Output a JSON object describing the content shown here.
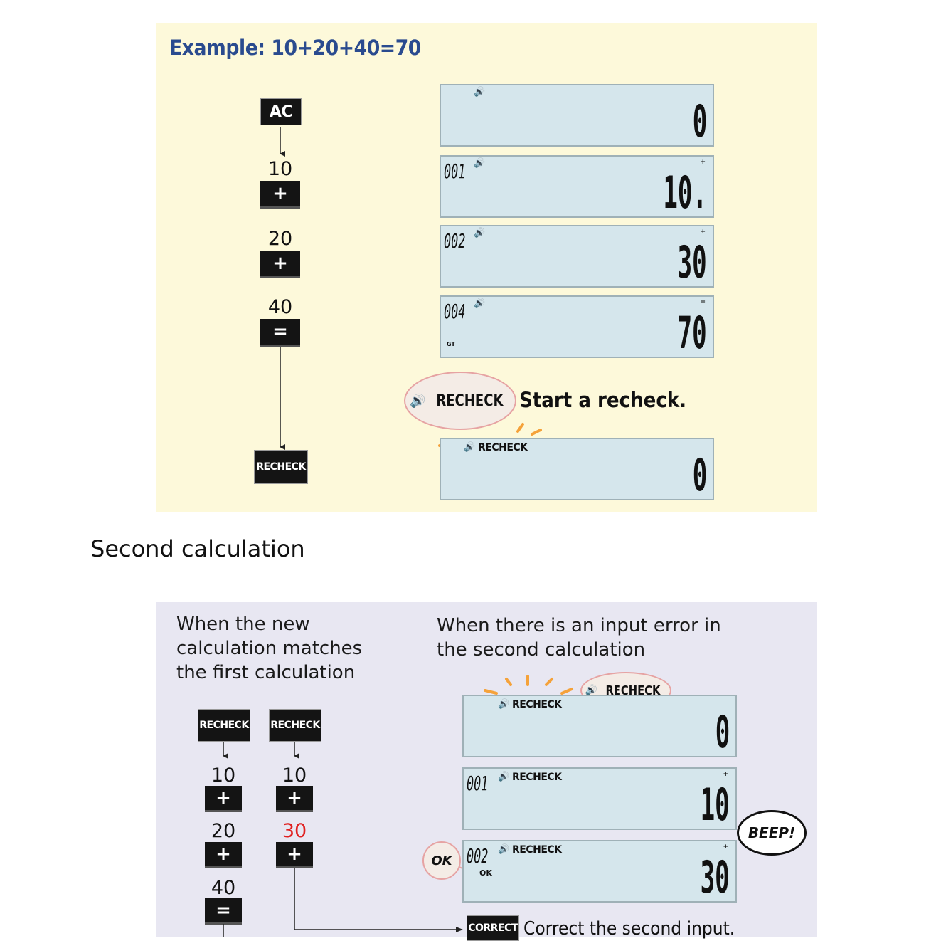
{
  "panel1": {
    "title": "Example: 10+20+40=70",
    "keys": {
      "ac": "AC",
      "plus": "+",
      "equals": "=",
      "recheck": "RECHECK"
    },
    "numbers": [
      "10",
      "20",
      "40"
    ],
    "displays": [
      {
        "count": "",
        "value": "0",
        "indicator": ""
      },
      {
        "count": "001",
        "value": "10.",
        "indicator": "+"
      },
      {
        "count": "002",
        "value": "30",
        "indicator": "+"
      },
      {
        "count": "004",
        "value": "70",
        "indicator": "=",
        "gt": "GT"
      },
      {
        "count": "",
        "value": "0",
        "label": "RECHECK"
      }
    ],
    "bubble": "RECHECK",
    "caption": "Start a recheck."
  },
  "section_heading": "Second calculation",
  "panel2": {
    "left_text": [
      "When the new",
      "calculation matches",
      "the first calculation"
    ],
    "right_text": [
      "When there is an input error in",
      "the second calculation"
    ],
    "keys": {
      "recheck": "RECHECK",
      "plus": "+",
      "equals": "=",
      "correct": "CORRECT"
    },
    "col1_numbers": [
      "10",
      "20",
      "40"
    ],
    "col2_numbers": [
      "10",
      "30"
    ],
    "displays": [
      {
        "count": "",
        "value": "0",
        "label": "RECHECK"
      },
      {
        "count": "001",
        "value": "10",
        "label": "RECHECK",
        "indicator": "+"
      },
      {
        "count": "002",
        "value": "30",
        "label": "RECHECK",
        "indicator": "+",
        "ok": "OK"
      }
    ],
    "bubble": "RECHECK",
    "ok_bubble": "OK",
    "beep": "BEEP!",
    "correct_caption": "Correct the second input."
  },
  "colors": {
    "panel1_bg": "#fdf9da",
    "panel2_bg": "#e8e7f2",
    "title": "#2a4b8f",
    "error_number": "#e02020",
    "lcd_bg": "#d5e6ec",
    "flash": "#f5a23a"
  }
}
